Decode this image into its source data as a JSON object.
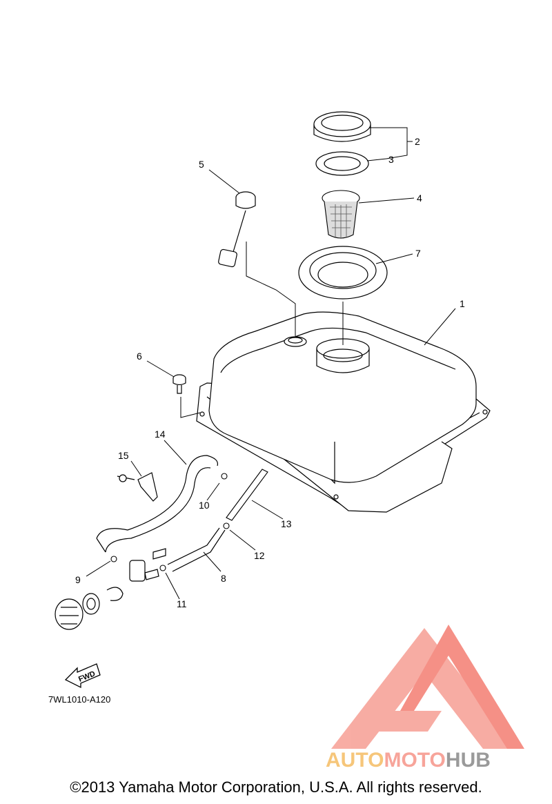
{
  "diagram": {
    "part_numbers": [
      "1",
      "2",
      "3",
      "4",
      "5",
      "6",
      "7",
      "8",
      "9",
      "10",
      "11",
      "12",
      "13",
      "14",
      "15"
    ],
    "fwd_label": "FWD",
    "diagram_code": "7WL1010-A120"
  },
  "watermark": {
    "part1": "AUTO",
    "part2": "MOTO",
    "part3": "HUB",
    "colors": {
      "auto": "#f6c67a",
      "moto": "#f7a49a",
      "hub": "#9a9a9a"
    }
  },
  "copyright": "©2013 Yamaha Motor Corporation, U.S.A. All rights reserved."
}
